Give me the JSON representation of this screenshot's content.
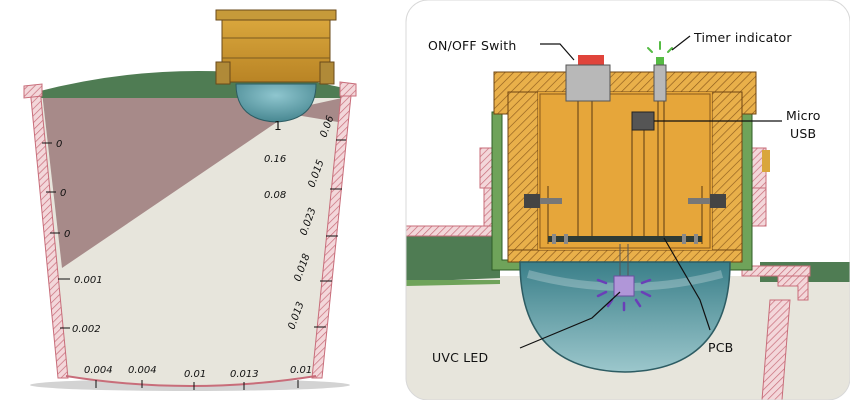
{
  "left_panel": {
    "center_marker": "1",
    "left_wall_values": [
      "0",
      "0",
      "0",
      "0.001",
      "0.002"
    ],
    "bottom_values": [
      "0.004",
      "0.004",
      "0.01",
      "0.013",
      "0.01"
    ],
    "right_wall_values": [
      "0.06",
      "0.015",
      "0.023",
      "0.018",
      "0.013"
    ],
    "inner_values": [
      "0.16",
      "0.08"
    ]
  },
  "right_panel": {
    "labels": {
      "switch": "ON/OFF Swith",
      "timer": "Timer indicator",
      "usb_line1": "Micro",
      "usb_line2": "USB",
      "uvc": "UVC LED",
      "pcb": "PCB"
    }
  },
  "colors": {
    "shadow": "#a78a89",
    "lid_green": "#4e7b54",
    "wall_pink": "#e7b9bf",
    "housing_orange": "#e6a63a",
    "housing_outline": "#8b5a1c",
    "dome_teal": "#3f8a92",
    "interior_gray": "#e9e7df",
    "led_purple": "#b096d8",
    "switch_red": "#e0443b",
    "indicator_green": "#55bb44"
  }
}
